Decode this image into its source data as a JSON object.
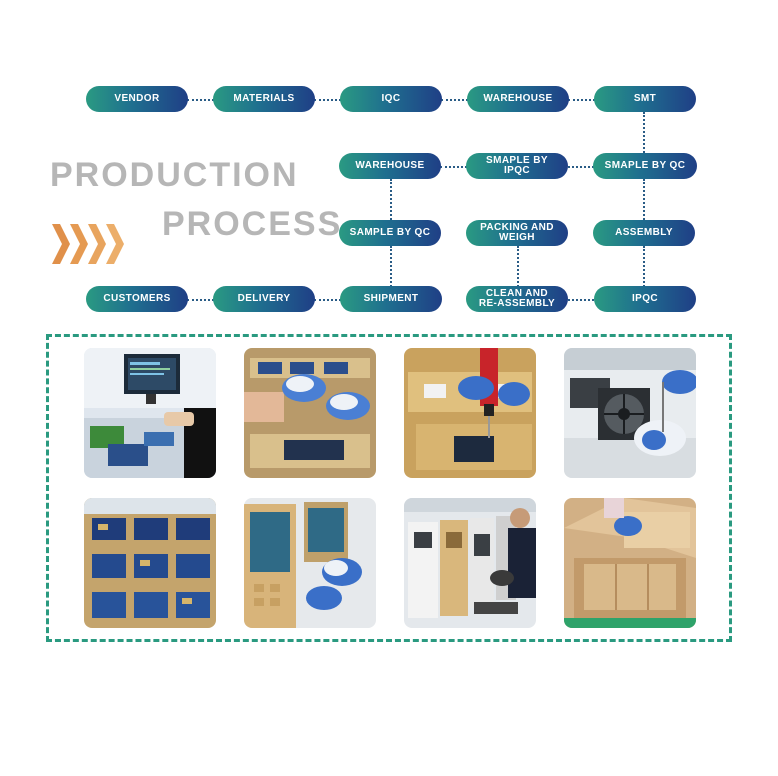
{
  "heading": {
    "line1": "PRODUCTION",
    "line2": "PROCESS"
  },
  "steps": {
    "vendor": "VENDOR",
    "materials": "MATERIALS",
    "iqc": "IQC",
    "warehouse_top": "WAREHOUSE",
    "smt": "SMT",
    "warehouse_mid": "WAREHOUSE",
    "sample_by_ipqc": "SMAPLE BY IPQC",
    "sample_by_qc_top": "SMAPLE BY QC",
    "sample_by_qc": "SAMPLE BY QC",
    "packing_and_weigh": "PACKING AND\nWEIGH",
    "assembly": "ASSEMBLY",
    "customers": "CUSTOMERS",
    "delivery": "DELIVERY",
    "shipment": "SHIPMENT",
    "clean_and_reassembly": "CLEAN AND\nRE-ASSEMBLY",
    "ipqc": "IPQC"
  },
  "colors": {
    "pill_start": "#2a9a82",
    "pill_end": "#1f3f86",
    "heading": "#b6b6b6",
    "chevron": "#e0904a",
    "frame_border": "#2a9a80",
    "connector": "#2a5c86"
  },
  "icons": {
    "arrows": "chevron-arrows-icon"
  },
  "photos": [
    "computer-workstation-photo",
    "hands-assembling-boards-photo",
    "electric-screwdriver-photo",
    "fan-inspection-photo",
    "circuit-boards-tray-photo",
    "gloved-hands-panel-photo",
    "worker-testing-screens-photo",
    "packing-box-photo"
  ]
}
